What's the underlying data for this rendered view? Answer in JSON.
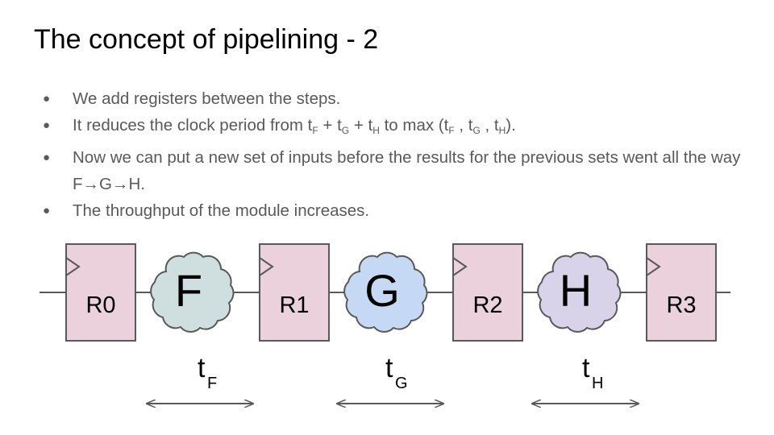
{
  "slide": {
    "title": "The concept of pipelining - 2"
  },
  "bullets": {
    "b1": "We add registers between the steps.",
    "b2_pre": "It reduces the clock period from t",
    "b2_s1": "F",
    "b2_m1": " + t",
    "b2_s2": "G",
    "b2_m2": " + t",
    "b2_s3": "H",
    "b2_m3": " to max (t",
    "b2_s4": "F",
    "b2_m4": " , t",
    "b2_s5": "G",
    "b2_m5": " , t",
    "b2_s6": "H",
    "b2_end": ").",
    "b3": "Now we can put a new set of inputs before the results for the previous sets went all the way F→G→H.",
    "b4": "The throughput of the module increases.",
    "marker": "●"
  },
  "diagram": {
    "registers": [
      {
        "label": "R0"
      },
      {
        "label": "R1"
      },
      {
        "label": "R2"
      },
      {
        "label": "R3"
      }
    ],
    "stages": [
      {
        "label": "F",
        "color": "#cfdfdf",
        "time_base": "t",
        "time_sub": "F"
      },
      {
        "label": "G",
        "color": "#c6d9f4",
        "time_base": "t",
        "time_sub": "G"
      },
      {
        "label": "H",
        "color": "#d9d3ea",
        "time_base": "t",
        "time_sub": "H"
      }
    ],
    "register_fill": "#ead1dc",
    "outline_color": "#595959"
  }
}
